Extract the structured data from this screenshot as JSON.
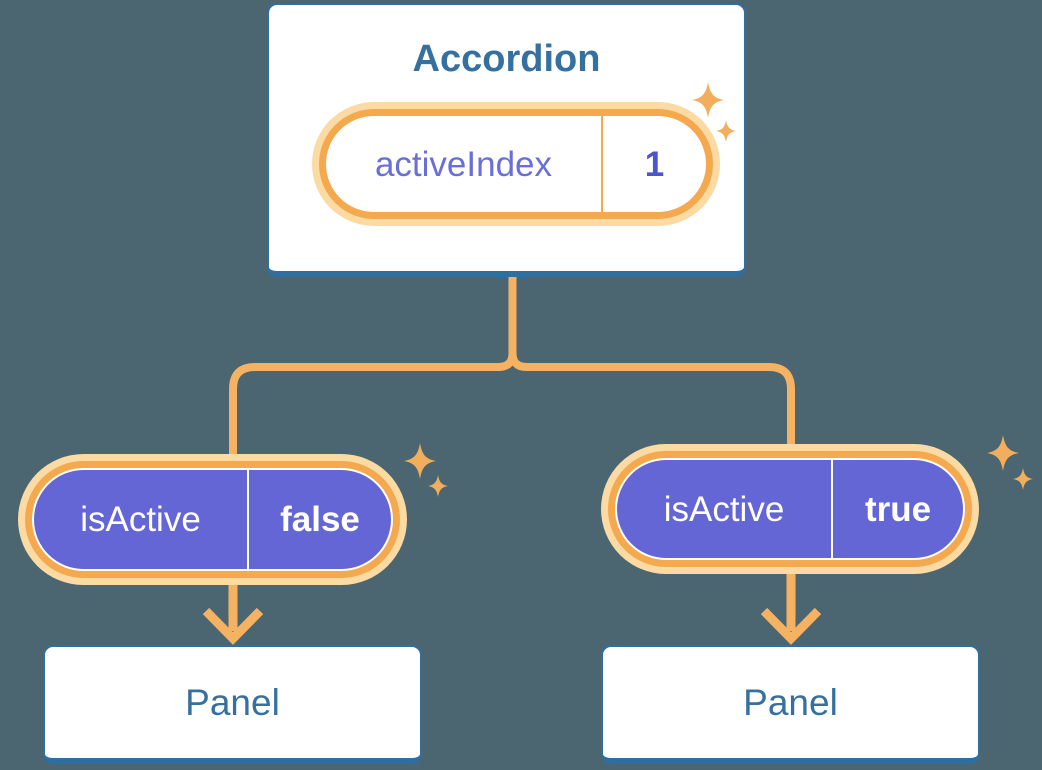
{
  "background": "#4B6670",
  "colors": {
    "bg": "#4B6670",
    "card-bg": "#FFFFFF",
    "card-border": "#2E6F9F",
    "label-blue": "#35709F",
    "line-orange": "#F4B262",
    "ring-orange": "#F4A94E",
    "halo-peach": "#FBDAA4",
    "sparkle-orange": "#F2AE5C",
    "pill-purple": "#6366D4",
    "key-purple": "#6A6FD8",
    "value-indigo": "#4E55C8",
    "pill-text-white": "#FFFFFF"
  },
  "accordion": {
    "title": "Accordion",
    "state": {
      "key": "activeIndex",
      "value": "1"
    }
  },
  "branches": [
    {
      "prop": {
        "key": "isActive",
        "value": "false"
      },
      "panel": {
        "title": "Panel"
      }
    },
    {
      "prop": {
        "key": "isActive",
        "value": "true"
      },
      "panel": {
        "title": "Panel"
      }
    }
  ],
  "icons": {
    "sparkle": "four-point-star"
  }
}
